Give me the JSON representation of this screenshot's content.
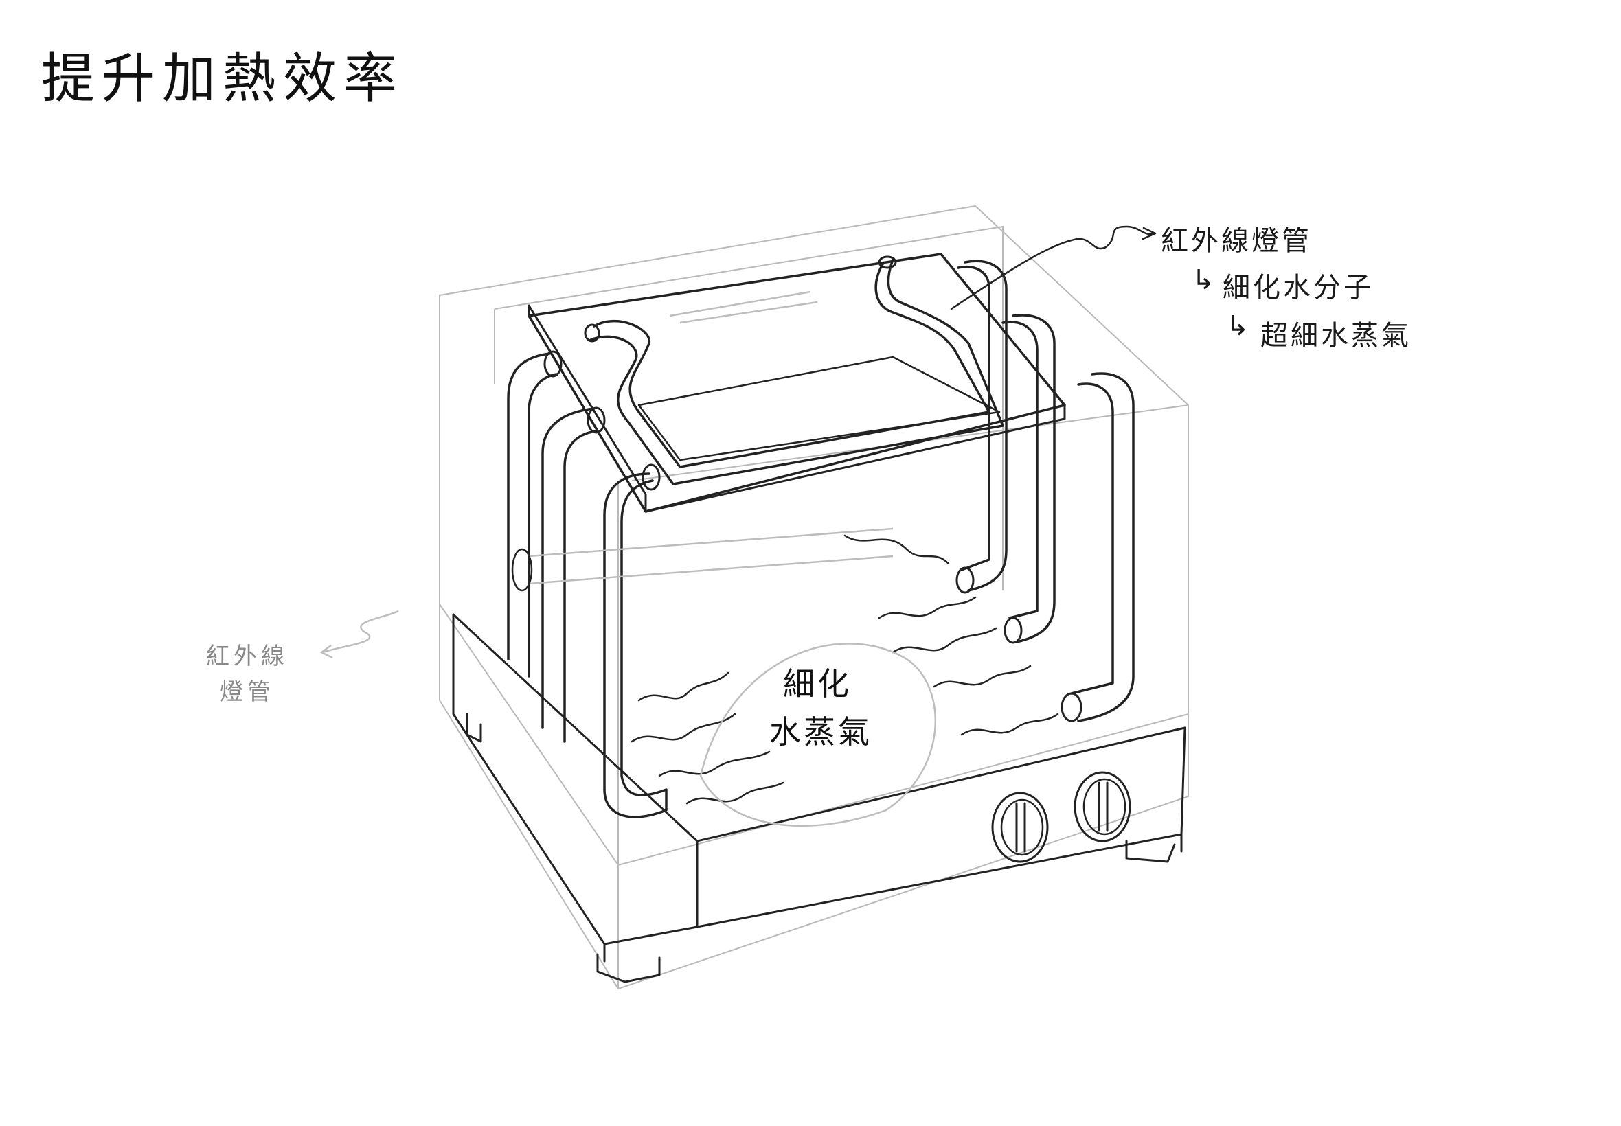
{
  "title": "提升加熱效率",
  "labels": {
    "main_callout": "紅外線燈管",
    "step_1": "細化水分子",
    "step_2": "超細水蒸氣",
    "left_callout_line1": "紅外線",
    "left_callout_line2": "燈管",
    "center_line1": "細化",
    "center_line2": "水蒸氣"
  },
  "icons": {
    "step_arrow_1": "curved-arrow-icon",
    "step_arrow_2": "curved-arrow-icon"
  },
  "colors": {
    "ink": "#222222",
    "guide": "#b9b9b9",
    "faint_text": "#8a8a8a"
  }
}
